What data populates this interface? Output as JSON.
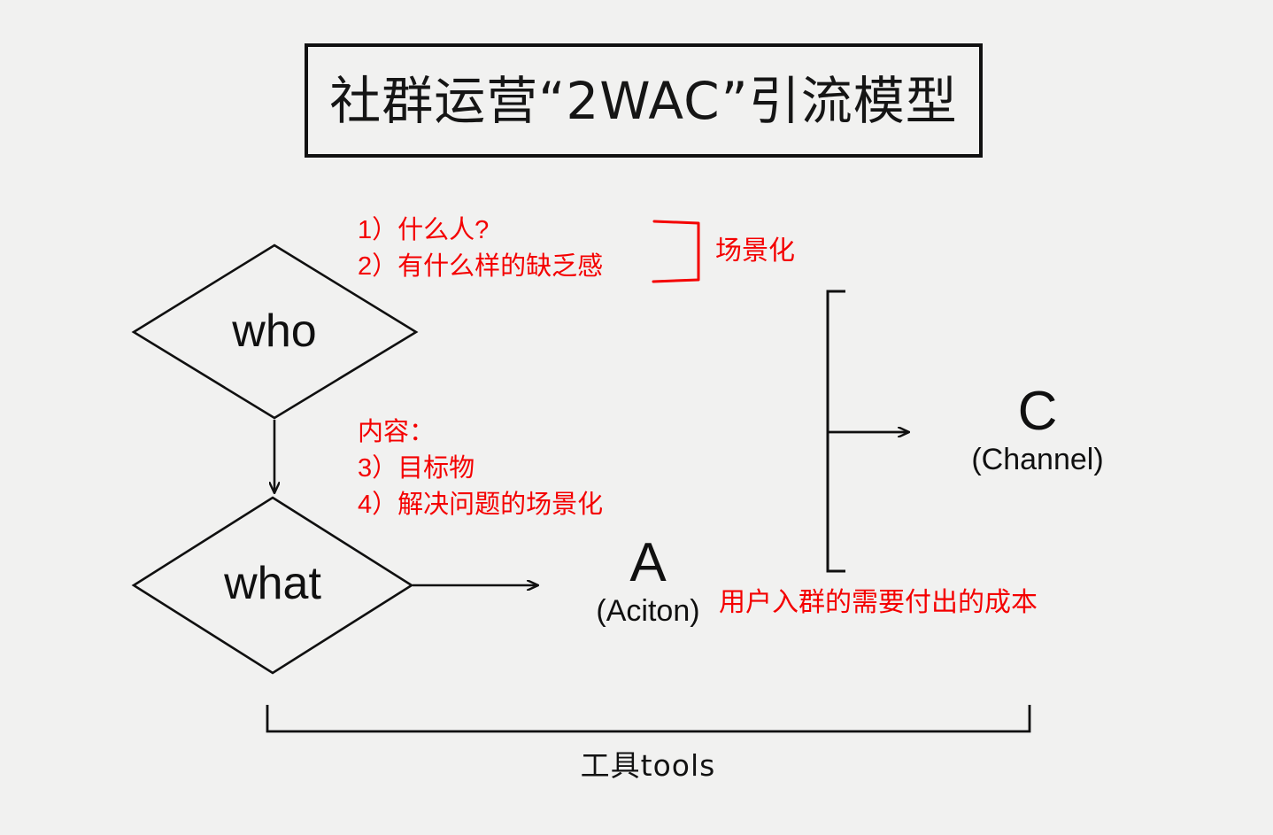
{
  "page": {
    "background_color": "#f1f1f0",
    "ink_color": "#101010",
    "accent_color": "#f40000"
  },
  "title": {
    "text": "社群运营“2WAC”引流模型"
  },
  "nodes": {
    "who": {
      "label": "who",
      "shape": "diamond"
    },
    "what": {
      "label": "what",
      "shape": "diamond"
    },
    "action": {
      "letter": "A",
      "subtitle": "(Aciton)"
    },
    "channel": {
      "letter": "C",
      "subtitle": "(Channel)"
    }
  },
  "annotations": {
    "who_questions": {
      "line1": "1）什么人?",
      "line2": "2）有什么样的缺乏感"
    },
    "scene_label": "场景化",
    "content_notes": {
      "line1": "内容：",
      "line2": "3）目标物",
      "line3": "4）解决问题的场景化"
    },
    "cost_label": "用户入群的需要付出的成本",
    "tools_label": "工具tools"
  }
}
